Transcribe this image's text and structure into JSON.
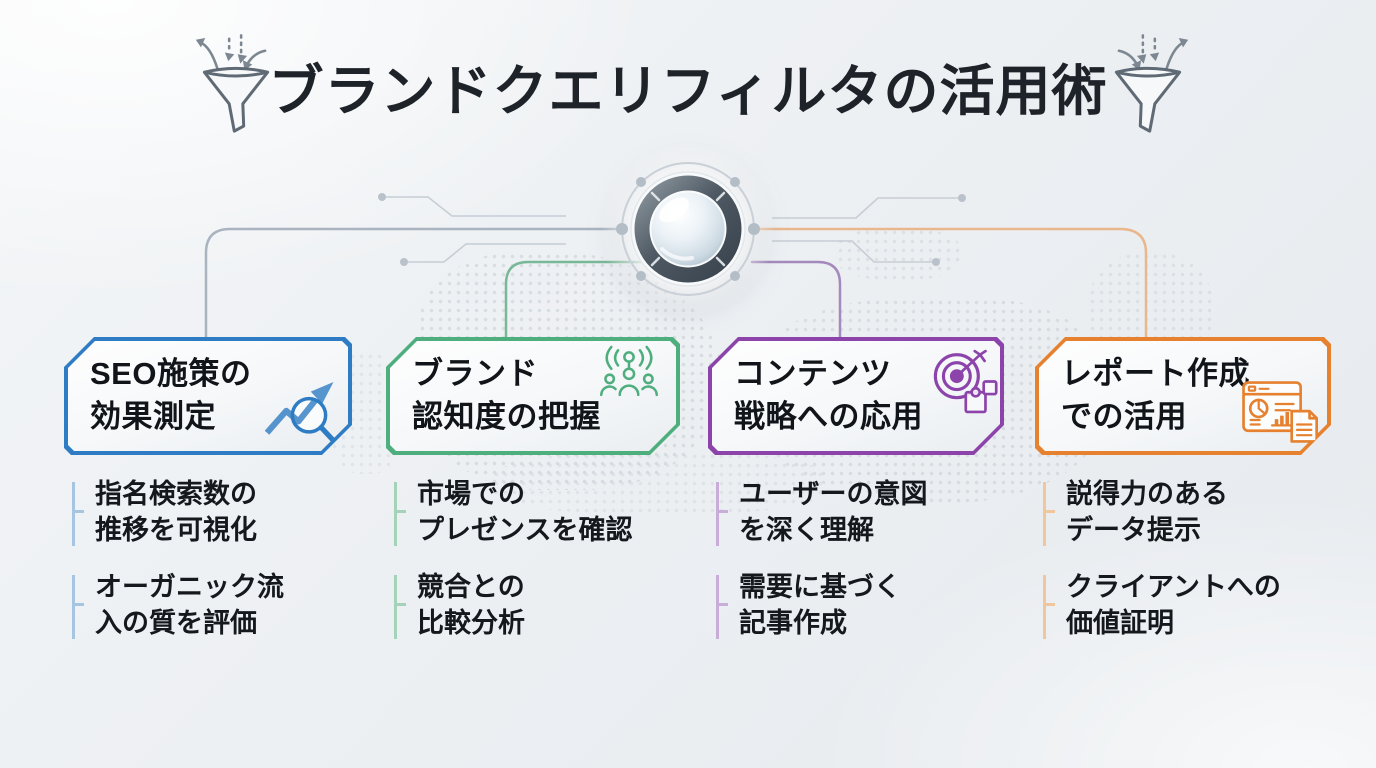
{
  "title": {
    "text": "ブランドクエリフィルタの活用術",
    "left_icon": "funnel-in-out-icon",
    "right_icon": "funnel-in-out-icon"
  },
  "center": {
    "icon": "lens-icon"
  },
  "columns": [
    {
      "id": "seo-measurement",
      "accent": "#2e7cc3",
      "accent_soft": "#a6c5e0",
      "connector": "#a9b4c0",
      "icon": "magnifier-trend-icon",
      "heading": "SEO施策の\n効果測定",
      "bullets": [
        "指名検索数の\n推移を可視化",
        "オーガニック流\n入の質を評価"
      ]
    },
    {
      "id": "brand-awareness",
      "accent": "#4fae7e",
      "accent_soft": "#a5d3b9",
      "connector": "#79b897",
      "icon": "broadcast-audience-icon",
      "heading": "ブランド\n認知度の把握",
      "bullets": [
        "市場での\nプレゼンスを確認",
        "競合との\n比較分析"
      ]
    },
    {
      "id": "content-strategy",
      "accent": "#8c44ab",
      "accent_soft": "#c8add9",
      "connector": "#a489bd",
      "icon": "target-puzzle-icon",
      "heading": "コンテンツ\n戦略への応用",
      "bullets": [
        "ユーザーの意図\nを深く理解",
        "需要に基づく\n記事作成"
      ]
    },
    {
      "id": "report-creation",
      "accent": "#e5812f",
      "accent_soft": "#f0c69c",
      "connector": "#e9b78d",
      "icon": "report-dashboard-icon",
      "heading": "レポート作成\nでの活用",
      "bullets": [
        "説得力のある\nデータ提示",
        "クライアントへの\n価値証明"
      ]
    }
  ]
}
